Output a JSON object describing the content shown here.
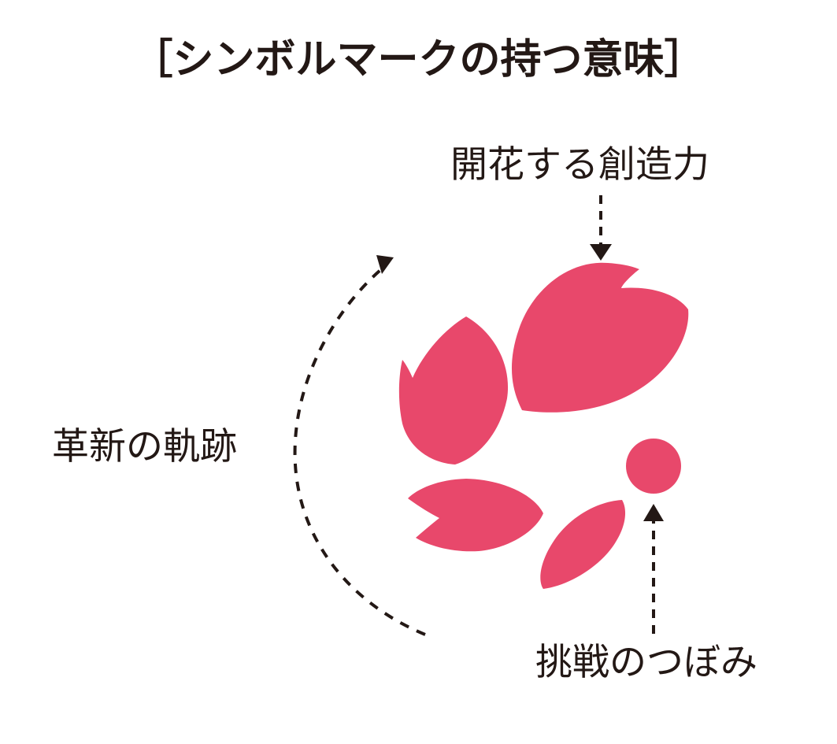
{
  "page": {
    "title": "［シンボルマークの持つ意味］",
    "background_color": "#ffffff",
    "text_color": "#231815"
  },
  "symbol": {
    "name": "cherry-blossom-symbol-mark",
    "petal_color": "#E8486B",
    "bud_color": "#E8486B",
    "parts": [
      {
        "name": "petal-upper-right-large",
        "label_ref": "bloom"
      },
      {
        "name": "petal-upper-left",
        "label_ref": null
      },
      {
        "name": "petal-lower-left",
        "label_ref": null
      },
      {
        "name": "petal-lower-center",
        "label_ref": null
      },
      {
        "name": "bud-circle",
        "label_ref": "bud"
      }
    ]
  },
  "annotations": {
    "bloom": {
      "text": "開花する創造力",
      "arrow": "dashed-arrow-down",
      "arrow_color": "#231815",
      "points_to": "petal-upper-right-large"
    },
    "trajectory": {
      "text": "革新の軌跡",
      "arrow": "dashed-arc-arrow-counterclockwise",
      "arrow_color": "#231815",
      "points_to": "symbol-rotation"
    },
    "bud": {
      "text": "挑戦のつぼみ",
      "arrow": "dashed-arrow-up",
      "arrow_color": "#231815",
      "points_to": "bud-circle"
    }
  }
}
